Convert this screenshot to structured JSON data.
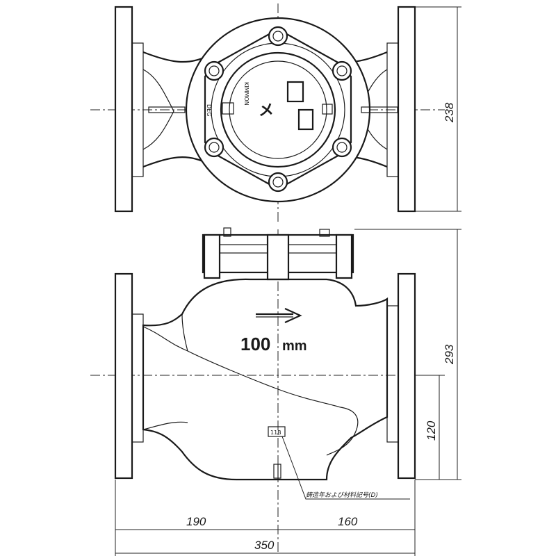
{
  "top_view": {
    "dimension_height": "238",
    "dial_labels": [
      "KIMMON",
      "メ",
      "DEG"
    ]
  },
  "front_view": {
    "nominal_size": "100",
    "nominal_unit": "mm",
    "dimension_height_total": "293",
    "dimension_height_center": "120",
    "casting_mark": "11B",
    "callout_note": "鋳造年および材料記号(D)"
  },
  "bottom_dimensions": {
    "left": "190",
    "right": "160",
    "overall": "350"
  },
  "icons": [
    "flow-direction-arrow",
    "kimmon-logo-icon"
  ]
}
